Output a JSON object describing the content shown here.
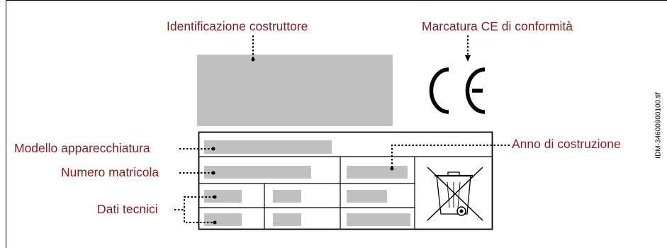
{
  "labels": {
    "manufacturer_id": "Identificazione costruttore",
    "ce_marking": "Marcatura CE di conformità",
    "equipment_model": "Modello apparecchiatura",
    "serial_number": "Numero matricola",
    "technical_data": "Dati tecnici",
    "year_of_manufacture": "Anno di costruzione"
  },
  "ce_mark": "CE",
  "image_code": "IDM-34600900100.tif",
  "colors": {
    "label_text": "#8b1a1a",
    "placeholder_fill": "#c0c0c0",
    "line": "#000000"
  },
  "icons": {
    "ce": "ce-mark-icon",
    "weee": "crossed-out-wheelie-bin-icon"
  }
}
